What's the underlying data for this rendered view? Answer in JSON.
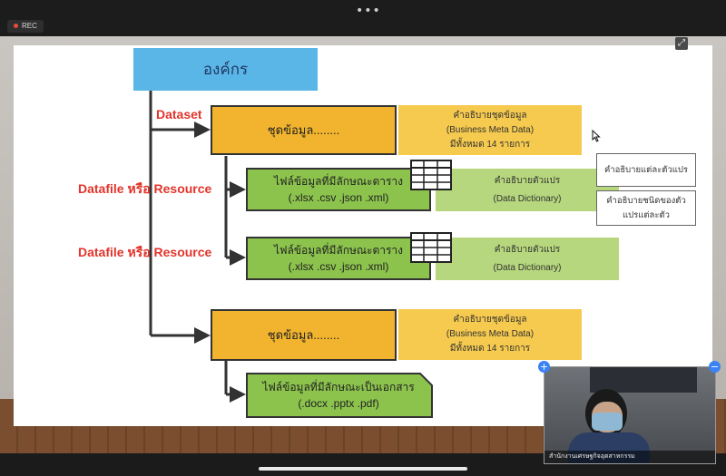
{
  "top_bar": {
    "rec_label": "REC"
  },
  "slide": {
    "org_title": "องค์กร",
    "dataset_label": "Dataset",
    "datafile_label": "Datafile หรือ Resource",
    "dataset_box_1": "ชุดข้อมูล........",
    "dataset_box_2": "ชุดข้อมูล........",
    "meta_1": {
      "line1": "คำอธิบายชุดข้อมูล",
      "line2": "(Business Meta Data)",
      "line3": "มีทั้งหมด 14 รายการ"
    },
    "meta_2": {
      "line1": "คำอธิบายชุดข้อมูล",
      "line2": "(Business Meta Data)",
      "line3": "มีทั้งหมด 14 รายการ"
    },
    "file_1": {
      "line1": "ไฟล์ข้อมูลที่มีลักษณะตาราง",
      "line2": "(.xlsx .csv .json .xml)"
    },
    "file_2": {
      "line1": "ไฟล์ข้อมูลที่มีลักษณะตาราง",
      "line2": "(.xlsx .csv .json .xml)"
    },
    "file_3": {
      "line1": "ไฟล์ข้อมูลที่มีลักษณะเป็นเอกสาร",
      "line2": "(.docx .pptx .pdf)"
    },
    "dict_1": {
      "line1": "คำอธิบายตัวแปร",
      "line2": "(Data Dictionary)"
    },
    "dict_2": {
      "line1": "คำอธิบายตัวแปร",
      "line2": "(Data Dictionary)"
    },
    "note_1": "คำอธิบายแต่ละตัวแปร",
    "note_2": {
      "line1": "คำอธิบายชนิดของตัว",
      "line2": "แปรแต่ละตัว"
    }
  },
  "video_tile": {
    "name": "สำนักงานเศรษฐกิจอุตสาหกรรม"
  },
  "colors": {
    "org": "#5bb6e8",
    "dataset": "#f2b42e",
    "file": "#8cc34d",
    "meta": "#f6ca4e",
    "dict": "#b6d77d",
    "accent_red": "#e2342b"
  },
  "icons": [
    "expand-icon",
    "table-icon",
    "mouse-cursor-icon",
    "add-icon",
    "minimize-icon",
    "record-dot-icon"
  ]
}
